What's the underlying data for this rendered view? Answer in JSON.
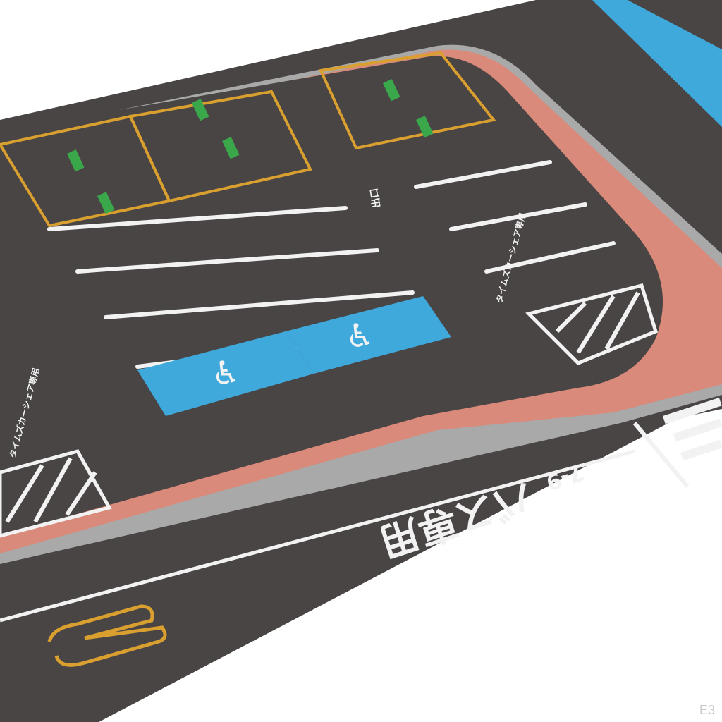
{
  "photo": {
    "subject": "parking-lot-play-mat",
    "colors": {
      "asphalt": "#4a4545",
      "sidewalk": "#d98a7a",
      "curb": "#a9a9a9",
      "handicap": "#3fa9dc",
      "lines": "#f2f2f2",
      "yellow": "#d9a030",
      "green": "#3aa84a",
      "background": "#ffffff"
    }
  },
  "markings": {
    "bus_lane": "バス専用",
    "bus_hours": "7-9",
    "car_share": "タイムズカーシェア専用",
    "exit": "出口",
    "handicap_icon": "wheelchair-icon"
  },
  "watermark": "E3"
}
